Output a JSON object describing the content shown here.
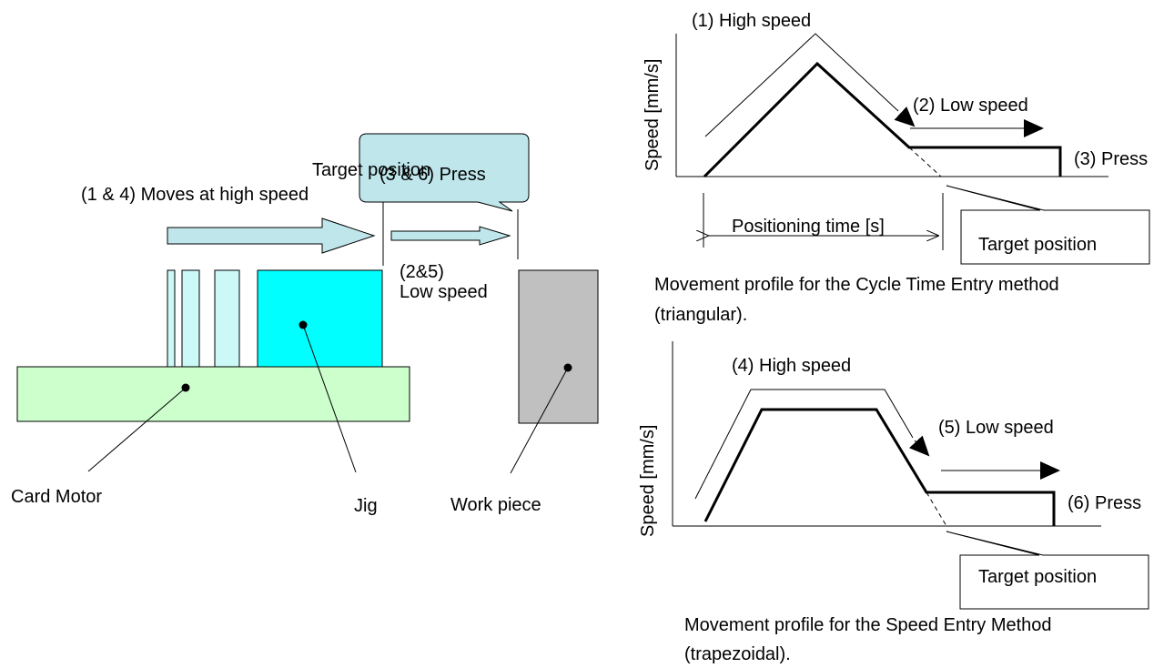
{
  "left_diagram": {
    "callout_text": "(3 & 6) Press",
    "target_position_label": "Target position",
    "high_speed_label": "(1 & 4) Moves at high speed",
    "low_speed_label_line1": "(2&5)",
    "low_speed_label_line2": "Low speed",
    "card_motor_label": "Card Motor",
    "jig_label": "Jig",
    "work_piece_label": "Work piece",
    "colors": {
      "arrow_fill": "#bfe6eb",
      "callout_fill": "#bfe6eb",
      "jig_fill": "#00ffff",
      "fin_fill": "#ccf8f8",
      "base_fill": "#ccffcc",
      "work_piece_fill": "#c0c0c0"
    }
  },
  "triangular_profile": {
    "y_axis_label": "Speed [mm/s]",
    "high_speed_label": "(1) High speed",
    "low_speed_label": "(2) Low speed",
    "press_label": "(3) Press",
    "positioning_time_label": "Positioning time [s]",
    "target_callout": "Target position",
    "caption_line1": "Movement profile for the Cycle Time Entry method",
    "caption_line2": "(triangular)."
  },
  "trapezoidal_profile": {
    "y_axis_label": "Speed [mm/s]",
    "high_speed_label": "(4) High speed",
    "low_speed_label": "(5) Low speed",
    "press_label": "(6) Press",
    "target_callout": "Target position",
    "caption_line1": "Movement profile for the Speed Entry Method",
    "caption_line2": "(trapezoidal)."
  }
}
